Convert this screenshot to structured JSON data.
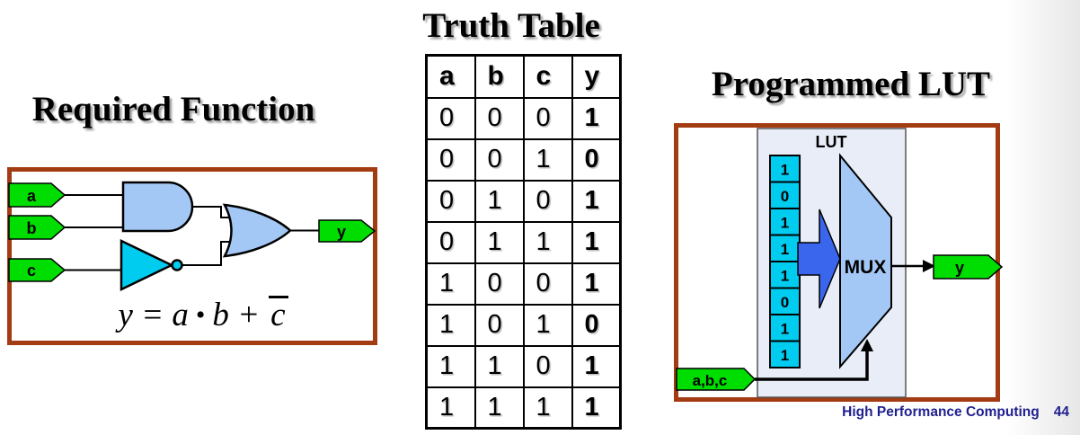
{
  "titles": {
    "required_function": "Required Function",
    "truth_table": "Truth Table",
    "programmed_lut": "Programmed LUT"
  },
  "required_function": {
    "inputs": [
      "a",
      "b",
      "c"
    ],
    "output": "y",
    "gates": [
      "and-gate",
      "not-gate",
      "or-gate"
    ],
    "formula": {
      "lhs": "y = a",
      "bullet": "•",
      "mid": "b +",
      "negated": "c"
    }
  },
  "truth_table": {
    "headers": [
      "a",
      "b",
      "c",
      "y"
    ],
    "rows": [
      [
        "0",
        "0",
        "0",
        "1"
      ],
      [
        "0",
        "0",
        "1",
        "0"
      ],
      [
        "0",
        "1",
        "0",
        "1"
      ],
      [
        "0",
        "1",
        "1",
        "1"
      ],
      [
        "1",
        "0",
        "0",
        "1"
      ],
      [
        "1",
        "0",
        "1",
        "0"
      ],
      [
        "1",
        "1",
        "0",
        "1"
      ],
      [
        "1",
        "1",
        "1",
        "1"
      ]
    ]
  },
  "programmed_lut": {
    "panel_label": "LUT",
    "mux_label": "MUX",
    "lut_cells": [
      "1",
      "0",
      "1",
      "1",
      "1",
      "0",
      "1",
      "1"
    ],
    "input_label": "a,b,c",
    "output_label": "y"
  },
  "footer": {
    "text": "High Performance Computing",
    "page": "44"
  },
  "colors": {
    "flag_green": "#00DD00",
    "gate_blue": "#A4C8F5",
    "inverter_cyan": "#00CCF0",
    "lut_cell_cyan": "#00CCF0",
    "arrow_blue": "#3A66EE",
    "frame_brown": "#A33C12",
    "lut_panel": "#E8EDF8",
    "footer_navy": "#1F1F8F"
  }
}
